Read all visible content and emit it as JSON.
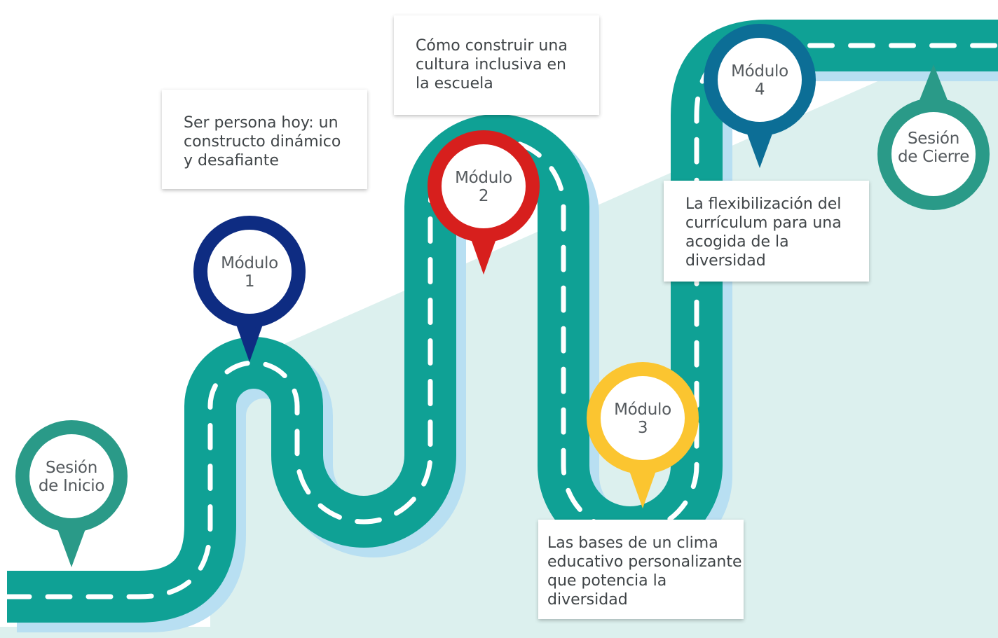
{
  "colors": {
    "road": "#0fa195",
    "road_shadow": "#b8dff2",
    "ground": "#dcf0ee",
    "stripe": "#ffffff",
    "modulo_1": "#0e2c82",
    "modulo_2": "#d71f1d",
    "modulo_3": "#fbc530",
    "modulo_4": "#0c6e96",
    "sesion": "#2a9a88"
  },
  "pins": {
    "inicio": {
      "line1": "Sesión",
      "line2": "de Inicio"
    },
    "m1": {
      "line1": "Módulo",
      "line2": "1"
    },
    "m2": {
      "line1": "Módulo",
      "line2": "2"
    },
    "m3": {
      "line1": "Módulo",
      "line2": "3"
    },
    "m4": {
      "line1": "Módulo",
      "line2": "4"
    },
    "cierre": {
      "line1": "Sesión",
      "line2": "de Cierre"
    }
  },
  "notes": {
    "m1": "Ser persona hoy: un\nconstructo dinámico\ny desafiante",
    "m2": "Cómo construir una\ncultura inclusiva en\nla escuela",
    "m3": "Las bases de un clima\neducativo personalizante\nque potencia la\ndiversidad",
    "m4": "La flexibilización del\ncurrículum para una\nacogida de la\ndiversidad"
  }
}
